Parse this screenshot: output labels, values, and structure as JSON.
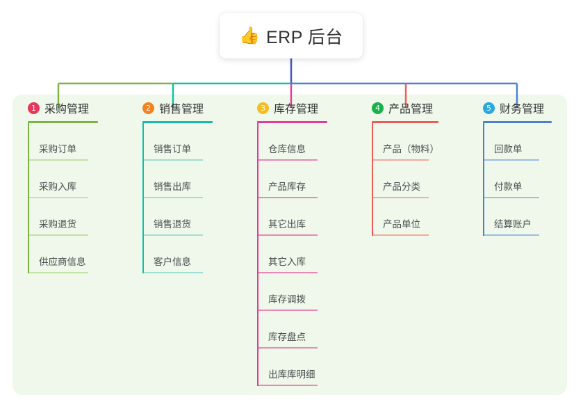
{
  "root": {
    "icon": "thumbs-up-icon",
    "icon_glyph": "👍",
    "title": "ERP 后台"
  },
  "palette": {
    "panel_bg": "#eff8ea",
    "page_bg": "#ffffff",
    "root_line": "#4a5bc0"
  },
  "columns": [
    {
      "index": "1",
      "title": "采购管理",
      "badge_color": "#e8365d",
      "line_color": "#7cb342",
      "item_line_color": "#c3e2a6",
      "items": [
        {
          "label": "采购订单"
        },
        {
          "label": "采购入库"
        },
        {
          "label": "采购退货"
        },
        {
          "label": "供应商信息"
        }
      ]
    },
    {
      "index": "2",
      "title": "销售管理",
      "badge_color": "#f58220",
      "line_color": "#12bfa4",
      "item_line_color": "#9fded2",
      "items": [
        {
          "label": "销售订单"
        },
        {
          "label": "销售出库"
        },
        {
          "label": "销售退货"
        },
        {
          "label": "客户信息"
        }
      ]
    },
    {
      "index": "3",
      "title": "库存管理",
      "badge_color": "#f5bd1f",
      "line_color": "#e8399a",
      "item_line_color": "#e888b6",
      "items": [
        {
          "label": "仓库信息"
        },
        {
          "label": "产品库存"
        },
        {
          "label": "其它出库"
        },
        {
          "label": "其它入库"
        },
        {
          "label": "库存调拨"
        },
        {
          "label": "库存盘点"
        },
        {
          "label": "出库库明细"
        }
      ]
    },
    {
      "index": "4",
      "title": "产品管理",
      "badge_color": "#17b34a",
      "line_color": "#f05a54",
      "item_line_color": "#f5a8a0",
      "items": [
        {
          "label": "产品（物料）"
        },
        {
          "label": "产品分类"
        },
        {
          "label": "产品单位"
        }
      ]
    },
    {
      "index": "5",
      "title": "财务管理",
      "badge_color": "#29a7e1",
      "line_color": "#4a7fd4",
      "item_line_color": "#9dbbe8",
      "items": [
        {
          "label": "回款单"
        },
        {
          "label": "付款单"
        },
        {
          "label": "结算账户"
        }
      ]
    }
  ]
}
